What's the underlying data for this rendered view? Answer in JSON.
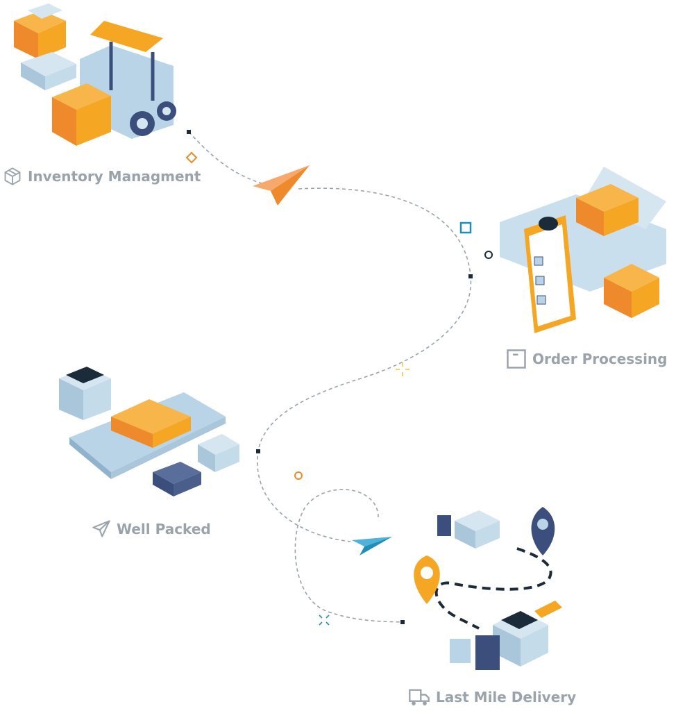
{
  "stages": [
    {
      "label": "Inventory Managment",
      "icon": "box-icon"
    },
    {
      "label": "Order Processing",
      "icon": "package-icon"
    },
    {
      "label": "Well Packed",
      "icon": "send-icon"
    },
    {
      "label": "Last Mile Delivery",
      "icon": "truck-icon"
    }
  ],
  "colors": {
    "orange": "#f5a623",
    "dark_orange": "#ee8a2b",
    "light_blue": "#b9d4e6",
    "navy": "#3c4f7c",
    "teal": "#1f8fb8",
    "label_gray": "#9aa3ab",
    "path_gray": "#9aa3ab"
  }
}
